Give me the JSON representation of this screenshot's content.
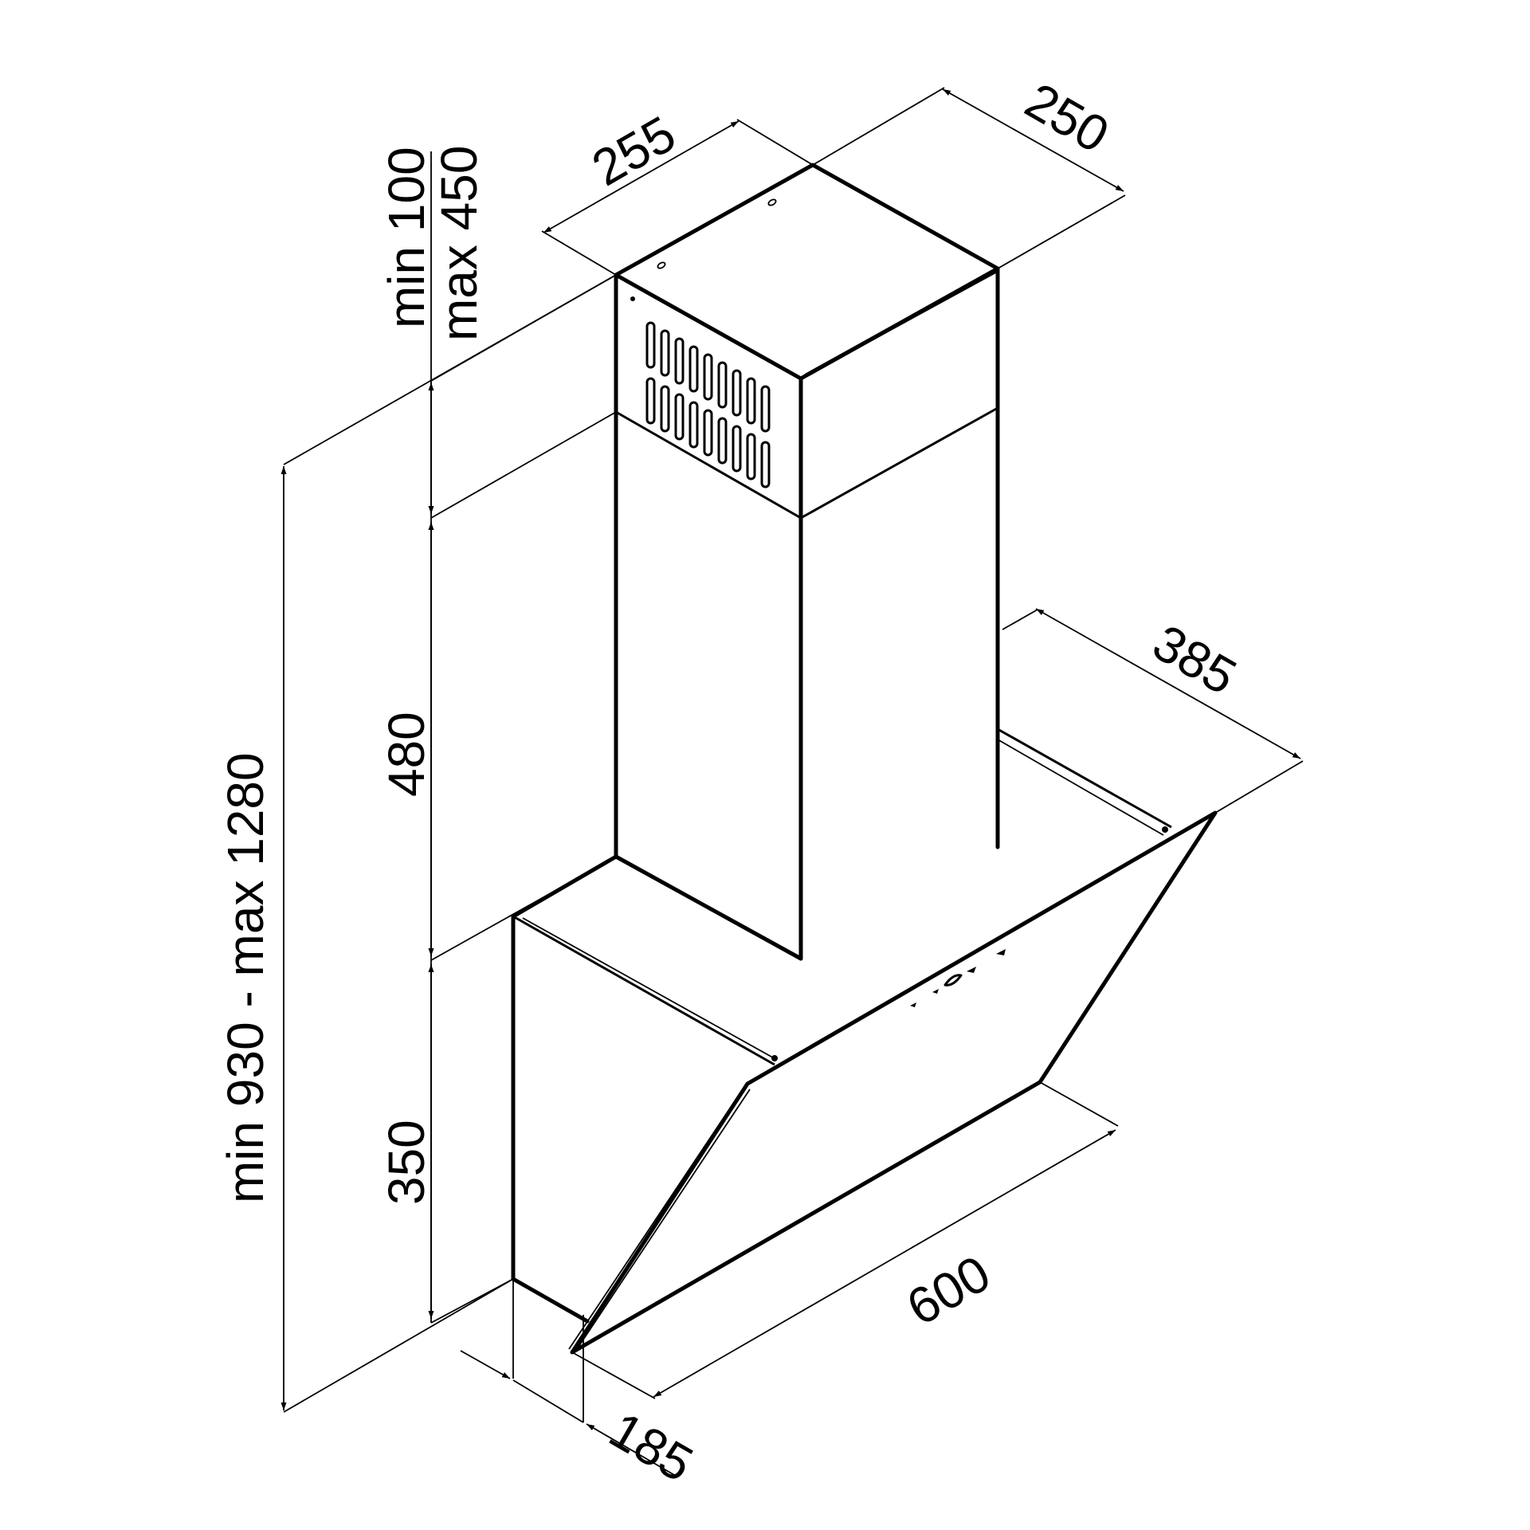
{
  "diagram": {
    "subject": "Inclined wall-mounted cooker hood with telescopic chimney",
    "units": "mm",
    "line_color": "#000000",
    "background": "#ffffff"
  },
  "dimensions": {
    "chimney_width": {
      "label": "255",
      "value": 255
    },
    "chimney_depth": {
      "label": "250",
      "value": 250
    },
    "chimney_upper_extension": {
      "label_min": "min 100",
      "label_max": "max 450",
      "min": 100,
      "max": 450
    },
    "chimney_lower_height": {
      "label": "480",
      "value": 480
    },
    "hood_body_height": {
      "label": "350",
      "value": 350
    },
    "total_height": {
      "label": "min 930 - max 1280",
      "min": 930,
      "max": 1280
    },
    "hood_depth": {
      "label": "385",
      "value": 385
    },
    "hood_width": {
      "label": "600",
      "value": 600
    },
    "hood_bottom_depth": {
      "label": "185",
      "value": 185
    }
  },
  "parts": {
    "vent_slots": {
      "rows": 2,
      "columns": 9
    },
    "control_panel_icons": [
      "light-icon",
      "speed-down-icon",
      "power-icon",
      "speed-up-icon",
      "timer-icon"
    ]
  }
}
